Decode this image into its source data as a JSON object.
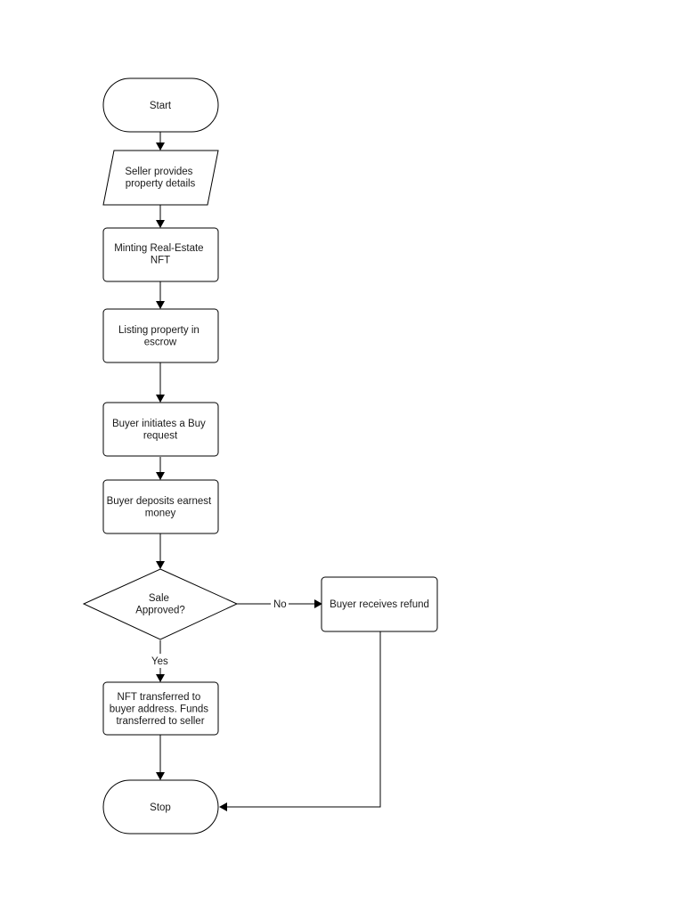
{
  "flowchart": {
    "nodes": {
      "start": {
        "type": "terminator",
        "lines": [
          "Start"
        ]
      },
      "seller_provides": {
        "type": "input-output",
        "lines": [
          "Seller provides",
          "property details"
        ]
      },
      "minting": {
        "type": "process",
        "lines": [
          "Minting Real-Estate",
          "NFT"
        ]
      },
      "listing": {
        "type": "process",
        "lines": [
          "Listing property in",
          "escrow"
        ]
      },
      "buy_request": {
        "type": "process",
        "lines": [
          "Buyer initiates a Buy",
          "request"
        ]
      },
      "earnest_money": {
        "type": "process",
        "lines": [
          "Buyer deposits earnest",
          "money"
        ]
      },
      "sale_approved": {
        "type": "decision",
        "lines": [
          "Sale",
          "Approved?"
        ]
      },
      "refund": {
        "type": "process",
        "lines": [
          "Buyer receives refund"
        ]
      },
      "transfer": {
        "type": "process",
        "lines": [
          "NFT transferred to",
          "buyer address. Funds",
          "transferred to seller"
        ]
      },
      "stop": {
        "type": "terminator",
        "lines": [
          "Stop"
        ]
      }
    },
    "edges": {
      "no": {
        "from": "sale_approved",
        "to": "refund",
        "label": "No"
      },
      "yes": {
        "from": "sale_approved",
        "to": "transfer",
        "label": "Yes"
      }
    }
  }
}
